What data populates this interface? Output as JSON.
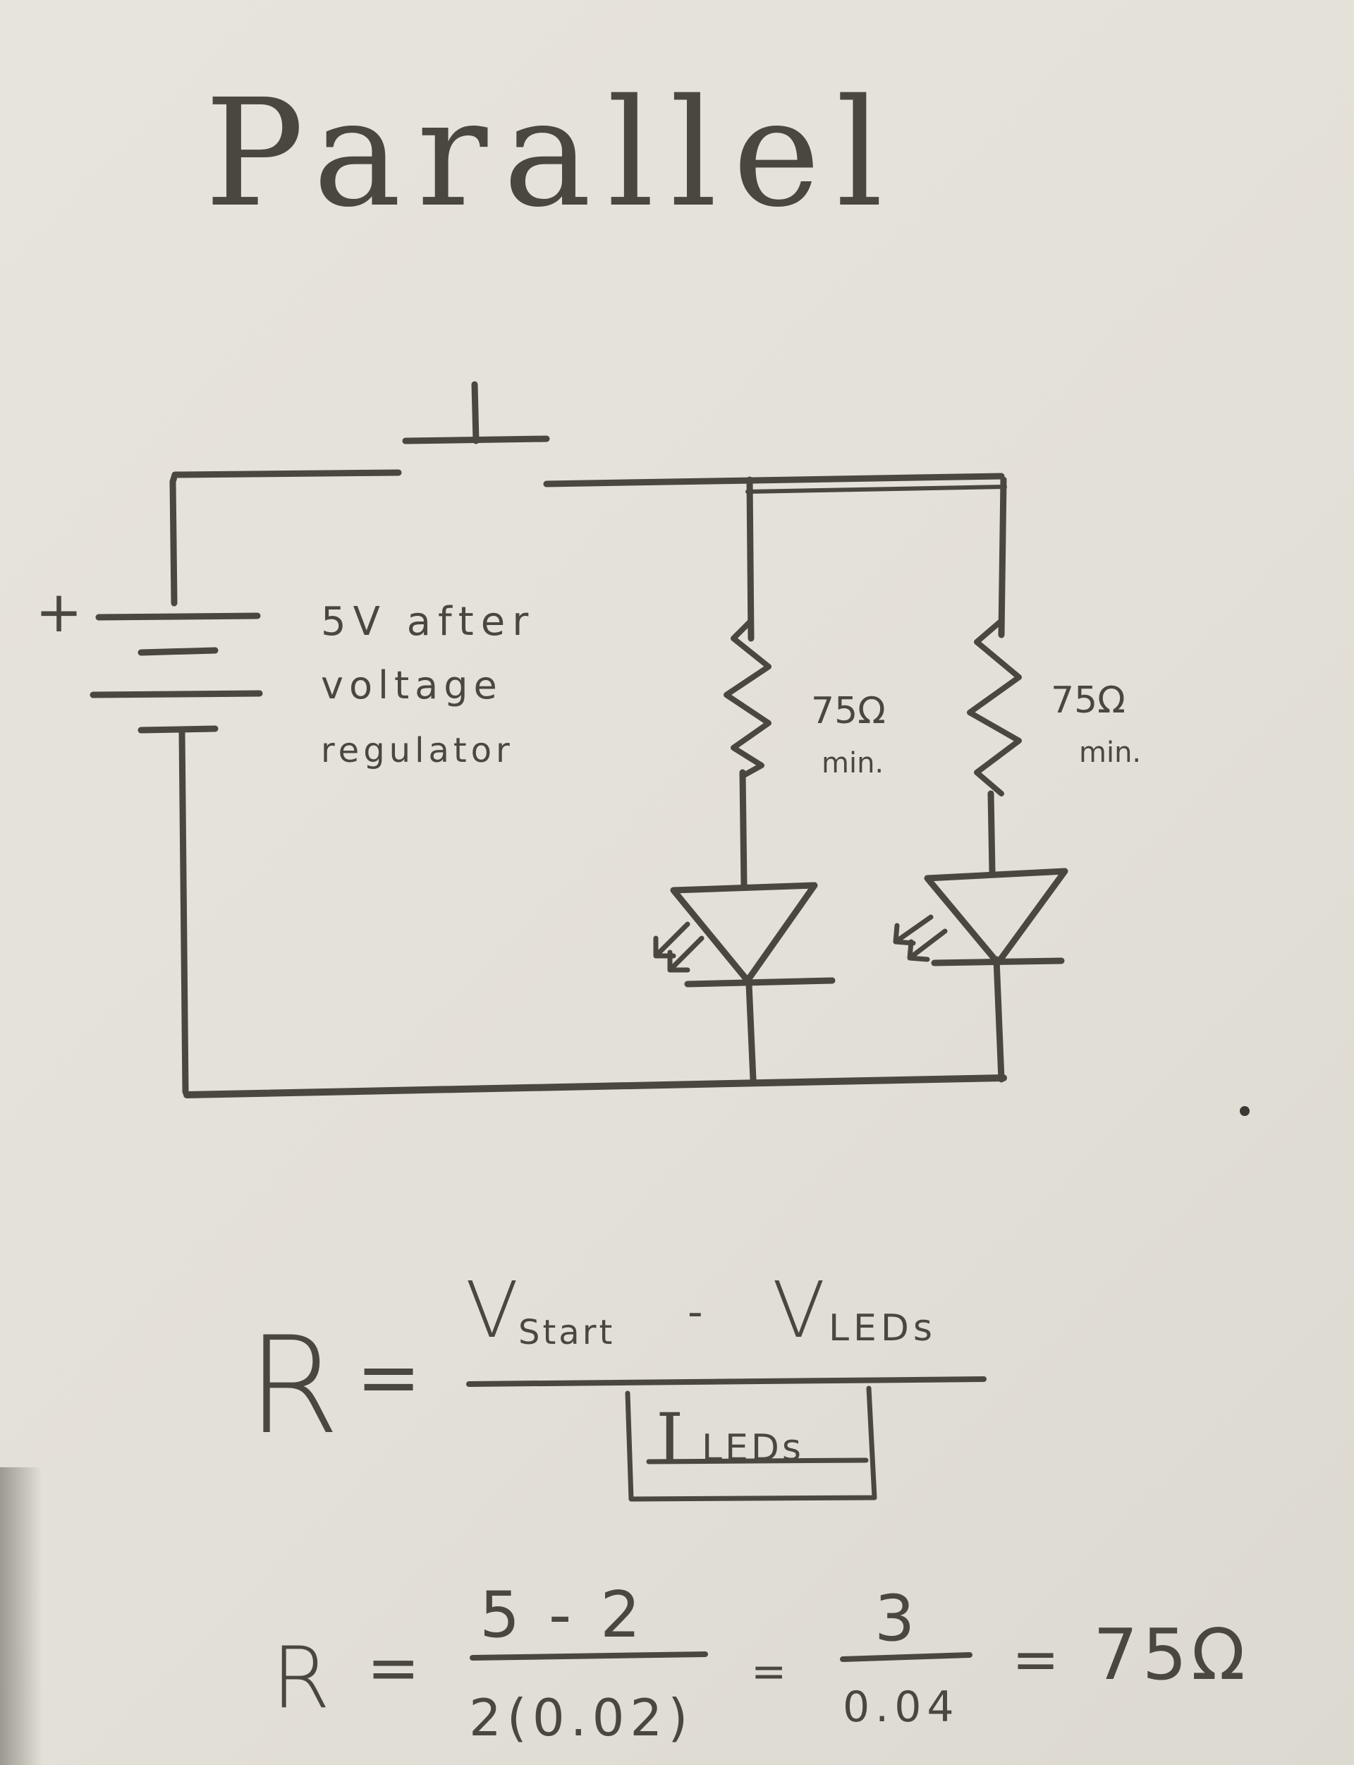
{
  "title": "Parallel",
  "circuit": {
    "battery_polarity": "+",
    "supply_label_line1": "5V after",
    "supply_label_line2": "voltage",
    "supply_label_line3": "regulator",
    "resistor1_value": "75Ω",
    "resistor1_note": "min.",
    "resistor2_value": "75Ω",
    "resistor2_note": "min."
  },
  "formula": {
    "lhs": "R",
    "equals": "=",
    "num_v_start": "V",
    "num_v_start_sub": "Start",
    "num_minus": "-",
    "num_v_leds": "V",
    "num_v_leds_sub": "LEDs",
    "den_i": "I",
    "den_i_sub": "LEDs"
  },
  "calculation": {
    "lhs": "R",
    "eq1": "=",
    "frac1_num": "5 - 2",
    "frac1_den": "2(0.02)",
    "eq2": "=",
    "frac2_num": "3",
    "frac2_den": "0.04",
    "eq3": "=",
    "result": "75Ω"
  }
}
